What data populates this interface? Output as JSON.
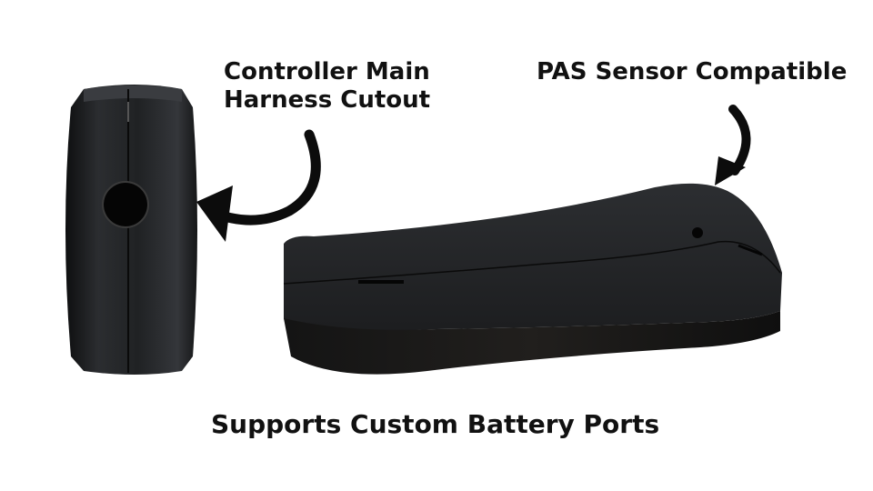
{
  "labels": {
    "harness": [
      "Controller Main",
      "Harness Cutout"
    ],
    "pas": "PAS Sensor Compatible",
    "battery": "Supports Custom Battery Ports"
  },
  "colors": {
    "background": "#ffffff",
    "product": "#1b1c1e",
    "text": "#111111",
    "arrow": "#0c0c0c"
  }
}
